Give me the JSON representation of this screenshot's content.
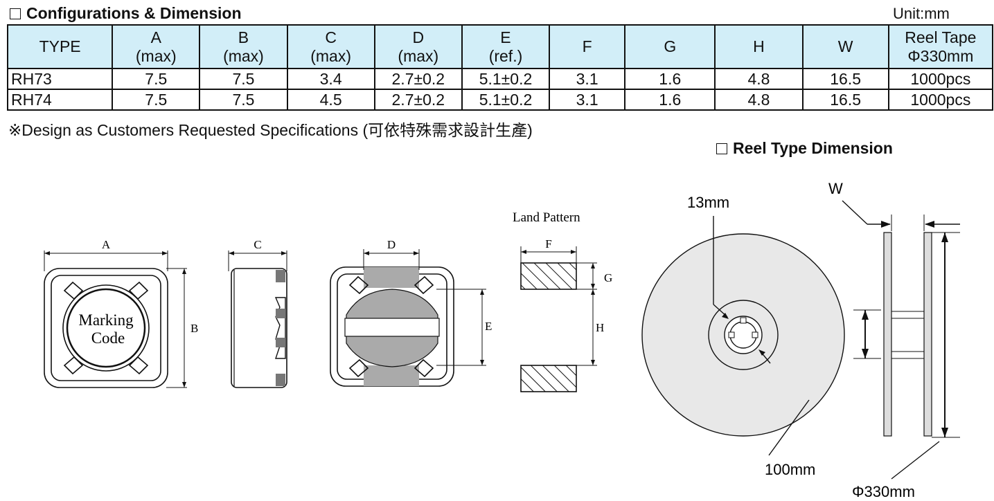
{
  "config_section": {
    "title": "Configurations & Dimension",
    "unit": "Unit:mm"
  },
  "table": {
    "headers": [
      {
        "l1": "TYPE",
        "l2": ""
      },
      {
        "l1": "A",
        "l2": "(max)"
      },
      {
        "l1": "B",
        "l2": "(max)"
      },
      {
        "l1": "C",
        "l2": "(max)"
      },
      {
        "l1": "D",
        "l2": "(max)"
      },
      {
        "l1": "E",
        "l2": "(ref.)"
      },
      {
        "l1": "F",
        "l2": ""
      },
      {
        "l1": "G",
        "l2": ""
      },
      {
        "l1": "H",
        "l2": ""
      },
      {
        "l1": "W",
        "l2": ""
      },
      {
        "l1": "Reel Tape",
        "l2": "Φ330mm"
      }
    ],
    "rows": [
      [
        "RH73",
        "7.5",
        "7.5",
        "3.4",
        "2.7±0.2",
        "5.1±0.2",
        "3.1",
        "1.6",
        "4.8",
        "16.5",
        "1000pcs"
      ],
      [
        "RH74",
        "7.5",
        "7.5",
        "4.5",
        "2.7±0.2",
        "5.1±0.2",
        "3.1",
        "1.6",
        "4.8",
        "16.5",
        "1000pcs"
      ]
    ]
  },
  "note": "※Design as Customers Requested Specifications (可依特殊需求設計生產)",
  "reel_section": {
    "title": "Reel Type Dimension"
  },
  "drawing_labels": {
    "a": "A",
    "b": "B",
    "c": "C",
    "d": "D",
    "e": "E",
    "f": "F",
    "g": "G",
    "h": "H",
    "marking_line1": "Marking",
    "marking_line2": "Code",
    "land_pattern": "Land Pattern"
  },
  "reel_labels": {
    "hub": "13mm",
    "w": "W",
    "inner": "100mm",
    "outer": "Φ330mm"
  }
}
